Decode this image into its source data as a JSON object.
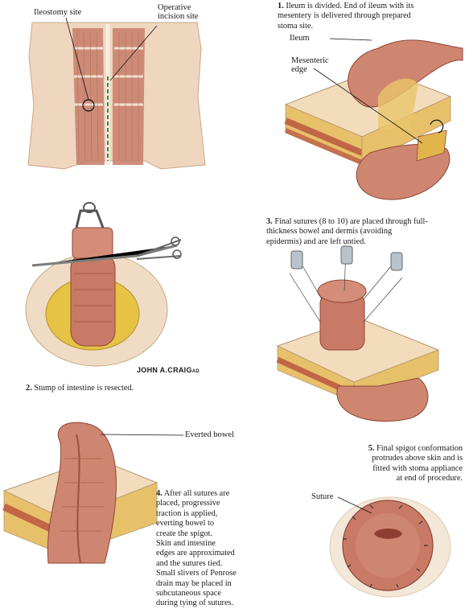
{
  "panel_labels": {
    "ileostomy_site": "Ileostomy site",
    "operative_incision_site_line1": "Operative",
    "operative_incision_site_line2": "incision site",
    "ileum": "Ileum",
    "mesenteric_edge_line1": "Mesenteric",
    "mesenteric_edge_line2": "edge",
    "everted_bowel": "Everted bowel",
    "suture": "Suture"
  },
  "captions": {
    "step1_num": "1.",
    "step1_lines": [
      "Ileum is divided. End of ileum with its",
      "mesentery is delivered through prepared",
      "stoma site."
    ],
    "step2_num": "2.",
    "step2_text": "Stump of intestine is resected.",
    "step3_num": "3.",
    "step3_lines": [
      "Final sutures (8 to 10) are placed through full-",
      "thickness bowel and dermis (avoiding",
      "epidermis) and are left untied."
    ],
    "step4_num": "4.",
    "step4_lines": [
      "After all sutures are",
      "placed, progressive",
      "traction is applied,",
      "everting bowel to",
      "create the spigot.",
      "Skin and intestine",
      "edges are approximated",
      "and the sutures tied.",
      "Small slivers of Penrose",
      "drain may be placed in",
      "subcutaneous space",
      "during tying of sutures."
    ],
    "step5_num": "5.",
    "step5_lines": [
      "Final spigot conformation",
      "protrudes above skin and is",
      "fitted with stoma appliance",
      "at end of procedure."
    ]
  },
  "signature": "JOHN A.CRAIG",
  "signature_suffix": "AD",
  "colors": {
    "bowel": "#c97a66",
    "bowel_dark": "#9e4f3f",
    "fat": "#e9c53f",
    "skin": "#f2d9b6",
    "muscle": "#b86d5e"
  }
}
